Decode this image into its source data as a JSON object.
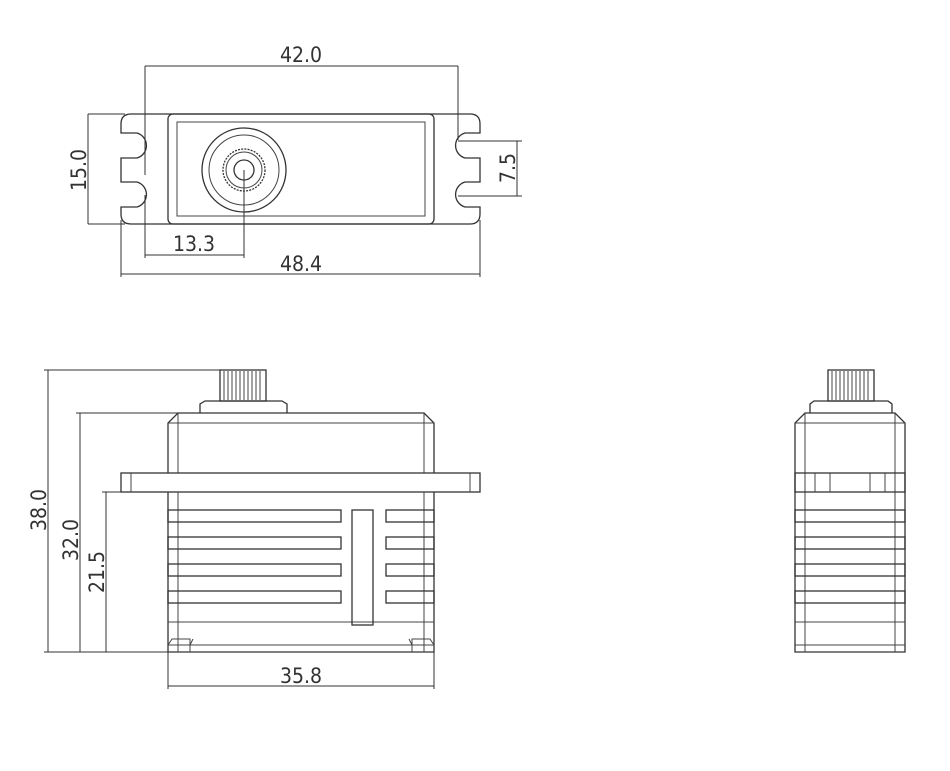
{
  "dimensions": {
    "top_hole_spacing": "42.0",
    "top_width": "15.0",
    "top_hole_pitch": "7.5",
    "top_shaft_offset": "13.3",
    "top_overall_length": "48.4",
    "front_total_height": "38.0",
    "front_case_height": "32.0",
    "front_flange_height": "21.5",
    "front_body_length": "35.8"
  },
  "colors": {
    "line": "#333333",
    "background": "#ffffff"
  }
}
